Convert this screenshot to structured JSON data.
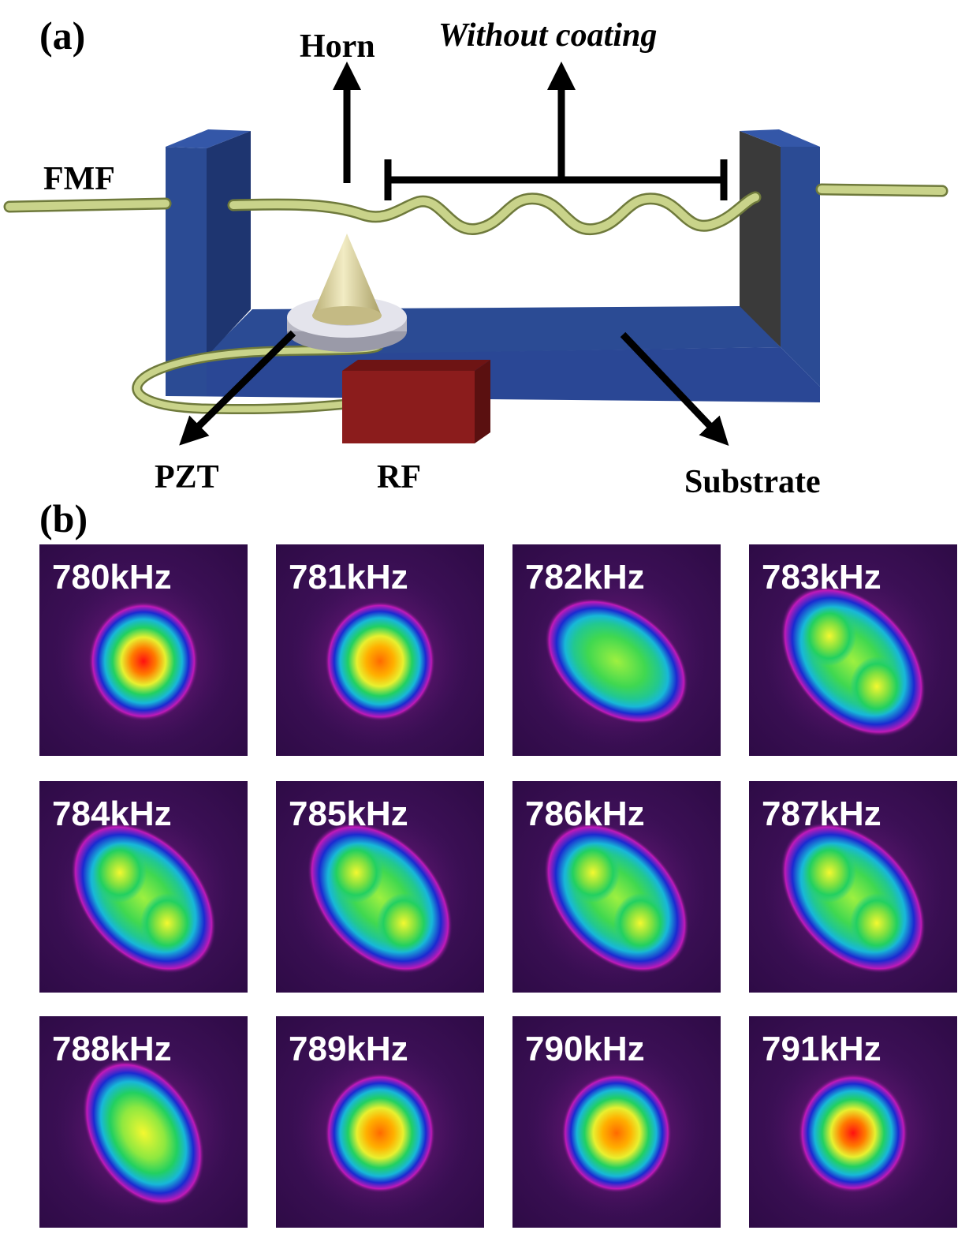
{
  "panel_a": {
    "label": "(a)",
    "labels": {
      "horn": "Horn",
      "without_coating": "Without coating",
      "fmf": "FMF",
      "pzt": "PZT",
      "rf": "RF",
      "substrate": "Substrate"
    },
    "colors": {
      "substrate": "#2b4b94",
      "fiber": "#c9d38a",
      "rf_block": "#8b1c1c",
      "horn": "#d9d1a0",
      "end_plate_dark": "#3a3a3a"
    }
  },
  "panel_b": {
    "label": "(b)",
    "colormap": [
      "#3a0f52",
      "#8a1a8a",
      "#1a2ad0",
      "#18b8d8",
      "#22d060",
      "#e8f030",
      "#ff8a00",
      "#ff1010"
    ],
    "tiles": [
      {
        "freq": "780kHz",
        "pattern": "single",
        "peak": "red"
      },
      {
        "freq": "781kHz",
        "pattern": "single",
        "peak": "orange"
      },
      {
        "freq": "782kHz",
        "pattern": "elongated",
        "peak": "green"
      },
      {
        "freq": "783kHz",
        "pattern": "double",
        "peak": "yellow"
      },
      {
        "freq": "784kHz",
        "pattern": "double",
        "peak": "yellow"
      },
      {
        "freq": "785kHz",
        "pattern": "double",
        "peak": "yellow"
      },
      {
        "freq": "786kHz",
        "pattern": "double",
        "peak": "yellow"
      },
      {
        "freq": "787kHz",
        "pattern": "double",
        "peak": "yellow"
      },
      {
        "freq": "788kHz",
        "pattern": "elongated",
        "peak": "yellow"
      },
      {
        "freq": "789kHz",
        "pattern": "single",
        "peak": "orange"
      },
      {
        "freq": "790kHz",
        "pattern": "single",
        "peak": "orange"
      },
      {
        "freq": "791kHz",
        "pattern": "single",
        "peak": "red"
      }
    ]
  }
}
